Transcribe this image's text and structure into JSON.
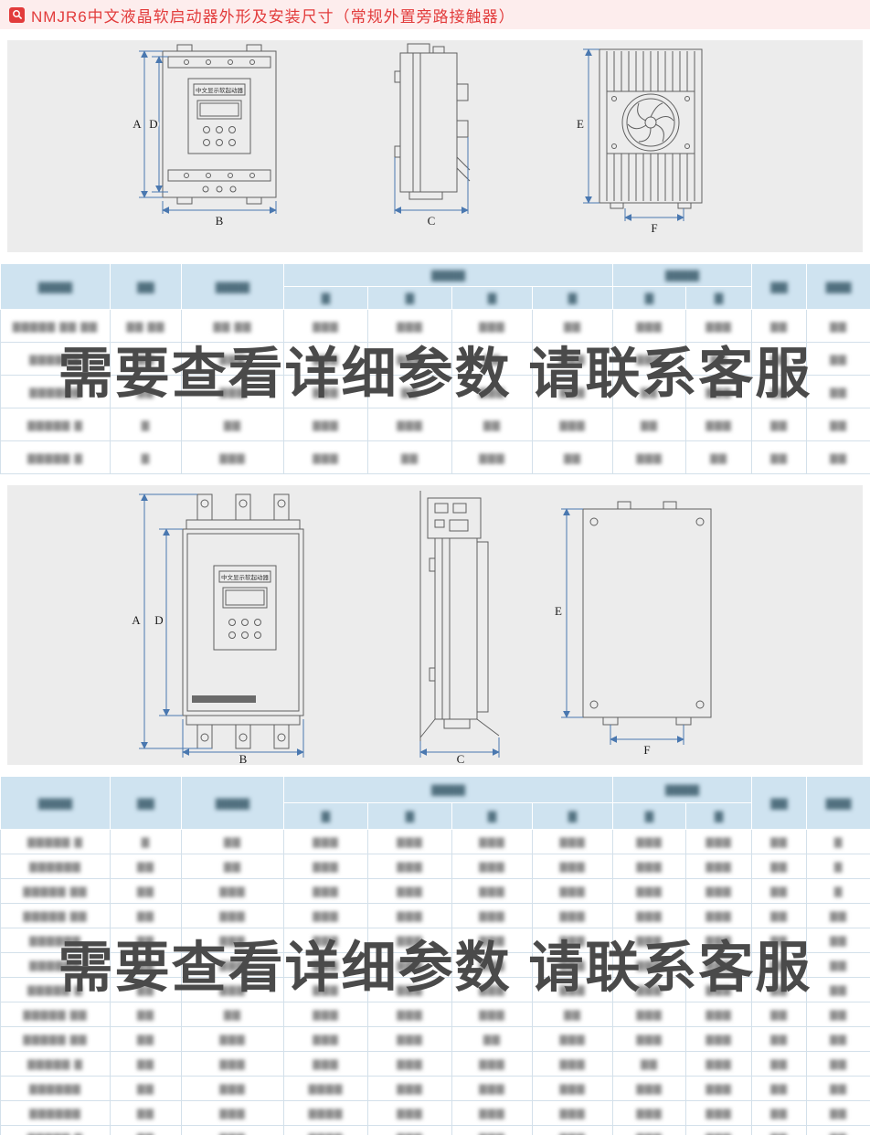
{
  "header": {
    "title": "NMJR6中文液晶软启动器外形及安装尺寸（常规外置旁路接触器）",
    "icon": "magnifier"
  },
  "overlay_notice": "需要查看详细参数 请联系客服",
  "dim_labels": {
    "A": "A",
    "B": "B",
    "C": "C",
    "D": "D",
    "E": "E",
    "F": "F"
  },
  "diagram_small": {
    "device_label": "中文显示软起动器"
  },
  "diagram_large": {
    "device_label": "中文显示软起动器"
  },
  "table_small": {
    "content_state": "blurred-illegible",
    "header": {
      "row1": [
        {
          "label": "▇▇▇▇",
          "rowspan": 2
        },
        {
          "label": "▇▇",
          "rowspan": 2
        },
        {
          "label": "▇▇▇▇",
          "rowspan": 2
        },
        {
          "label": "▇▇▇▇",
          "colspan": 4
        },
        {
          "label": "▇▇▇▇",
          "colspan": 2
        },
        {
          "label": "▇▇",
          "rowspan": 2
        },
        {
          "label": "▇▇▇",
          "rowspan": 2
        }
      ],
      "row2": [
        {
          "label": "▇"
        },
        {
          "label": "▇"
        },
        {
          "label": "▇"
        },
        {
          "label": "▇"
        },
        {
          "label": "▇"
        },
        {
          "label": "▇"
        }
      ]
    },
    "rows": [
      [
        "▇▇▇▇▇ ▇▇ ▇▇",
        "▇▇ ▇▇",
        "▇▇ ▇▇",
        "▇▇▇",
        "▇▇▇",
        "▇▇▇",
        "▇▇",
        "▇▇▇",
        "▇▇▇",
        "▇▇",
        "▇▇"
      ],
      [
        "▇▇▇▇▇▇",
        "▇▇",
        "▇▇▇",
        "▇▇▇",
        "▇▇▇",
        "▇▇",
        "▇▇▇",
        "▇▇▇",
        "▇▇",
        "▇▇",
        "▇▇"
      ],
      [
        "▇▇▇▇▇▇",
        "▇▇",
        "▇▇▇",
        "▇▇▇",
        "▇▇",
        "▇▇▇",
        "▇▇▇",
        "▇▇",
        "▇▇▇",
        "▇▇",
        "▇▇"
      ],
      [
        "▇▇▇▇▇ ▇",
        "▇",
        "▇▇",
        "▇▇▇",
        "▇▇▇",
        "▇▇",
        "▇▇▇",
        "▇▇",
        "▇▇▇",
        "▇▇",
        "▇▇"
      ],
      [
        "▇▇▇▇▇ ▇",
        "▇",
        "▇▇▇",
        "▇▇▇",
        "▇▇",
        "▇▇▇",
        "▇▇",
        "▇▇▇",
        "▇▇",
        "▇▇",
        "▇▇"
      ]
    ]
  },
  "table_large": {
    "content_state": "blurred-illegible",
    "header": {
      "row1": [
        {
          "label": "▇▇▇▇",
          "rowspan": 2
        },
        {
          "label": "▇▇",
          "rowspan": 2
        },
        {
          "label": "▇▇▇▇",
          "rowspan": 2
        },
        {
          "label": "▇▇▇▇",
          "colspan": 4
        },
        {
          "label": "▇▇▇▇",
          "colspan": 2
        },
        {
          "label": "▇▇",
          "rowspan": 2
        },
        {
          "label": "▇▇▇",
          "rowspan": 2
        }
      ],
      "row2": [
        {
          "label": "▇"
        },
        {
          "label": "▇"
        },
        {
          "label": "▇"
        },
        {
          "label": "▇"
        },
        {
          "label": "▇"
        },
        {
          "label": "▇"
        }
      ]
    },
    "rows": [
      [
        "▇▇▇▇▇ ▇",
        "▇",
        "▇▇",
        "▇▇▇",
        "▇▇▇",
        "▇▇▇",
        "▇▇▇",
        "▇▇▇",
        "▇▇▇",
        "▇▇",
        "▇"
      ],
      [
        "▇▇▇▇▇▇",
        "▇▇",
        "▇▇",
        "▇▇▇",
        "▇▇▇",
        "▇▇▇",
        "▇▇▇",
        "▇▇▇",
        "▇▇▇",
        "▇▇",
        "▇"
      ],
      [
        "▇▇▇▇▇ ▇▇",
        "▇▇",
        "▇▇▇",
        "▇▇▇",
        "▇▇▇",
        "▇▇▇",
        "▇▇▇",
        "▇▇▇",
        "▇▇▇",
        "▇▇",
        "▇"
      ],
      [
        "▇▇▇▇▇ ▇▇",
        "▇▇",
        "▇▇▇",
        "▇▇▇",
        "▇▇▇",
        "▇▇▇",
        "▇▇▇",
        "▇▇▇",
        "▇▇▇",
        "▇▇",
        "▇▇"
      ],
      [
        "▇▇▇▇▇▇",
        "▇▇",
        "▇▇▇",
        "▇▇▇",
        "▇▇▇",
        "▇▇▇",
        "▇▇▇",
        "▇▇▇",
        "▇▇▇",
        "▇▇",
        "▇▇"
      ],
      [
        "▇▇▇▇▇▇",
        "▇▇",
        "▇▇▇",
        "▇▇▇",
        "▇▇▇",
        "▇▇▇",
        "▇▇▇",
        "▇▇▇",
        "▇▇▇",
        "▇▇",
        "▇▇"
      ],
      [
        "▇▇▇▇▇ ▇",
        "▇▇",
        "▇▇▇",
        "▇▇▇",
        "▇▇▇",
        "▇▇▇",
        "▇▇▇",
        "▇▇▇",
        "▇▇▇",
        "▇▇",
        "▇▇"
      ],
      [
        "▇▇▇▇▇ ▇▇",
        "▇▇",
        "▇▇",
        "▇▇▇",
        "▇▇▇",
        "▇▇▇",
        "▇▇",
        "▇▇▇",
        "▇▇▇",
        "▇▇",
        "▇▇"
      ],
      [
        "▇▇▇▇▇ ▇▇",
        "▇▇",
        "▇▇▇",
        "▇▇▇",
        "▇▇▇",
        "▇▇",
        "▇▇▇",
        "▇▇▇",
        "▇▇▇",
        "▇▇",
        "▇▇"
      ],
      [
        "▇▇▇▇▇ ▇",
        "▇▇",
        "▇▇▇",
        "▇▇▇",
        "▇▇▇",
        "▇▇▇",
        "▇▇▇",
        "▇▇",
        "▇▇▇",
        "▇▇",
        "▇▇"
      ],
      [
        "▇▇▇▇▇▇",
        "▇▇",
        "▇▇▇",
        "▇▇▇▇",
        "▇▇▇",
        "▇▇▇",
        "▇▇▇",
        "▇▇▇",
        "▇▇▇",
        "▇▇",
        "▇▇"
      ],
      [
        "▇▇▇▇▇▇",
        "▇▇",
        "▇▇▇",
        "▇▇▇▇",
        "▇▇▇",
        "▇▇▇",
        "▇▇▇",
        "▇▇▇",
        "▇▇▇",
        "▇▇",
        "▇▇"
      ],
      [
        "▇▇▇▇▇ ▇",
        "▇▇",
        "▇▇▇",
        "▇▇▇▇",
        "▇▇▇",
        "▇▇▇",
        "▇▇▇",
        "▇▇▇",
        "▇▇▇",
        "▇▇",
        "▇▇"
      ]
    ]
  }
}
